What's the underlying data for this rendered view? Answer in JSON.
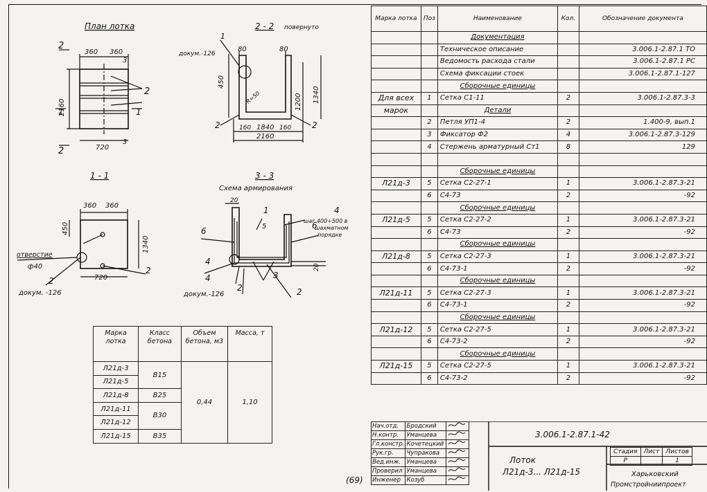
{
  "drawings": {
    "plan": {
      "title": "План лотка",
      "dims": [
        "360",
        "360",
        "2160",
        "720",
        "2",
        "2",
        "3",
        "3",
        "1",
        "1",
        "2"
      ]
    },
    "section22": {
      "title": "2 - 2",
      "subtitle": "повернуто",
      "dims": [
        "1",
        "докум.-126",
        "80",
        "80",
        "450",
        "1200",
        "1340",
        "R=50",
        "160",
        "1840",
        "160",
        "2160",
        "2",
        "2"
      ]
    },
    "section11": {
      "title": "1 - 1",
      "dims": [
        "360",
        "360",
        "450",
        "1340",
        "720",
        "отверстие",
        "ф40",
        "2",
        "2",
        "докум. -126"
      ]
    },
    "section33": {
      "title": "3 - 3",
      "subtitle": "Схема армирования",
      "dims": [
        "20",
        "1",
        "4",
        "5",
        "6",
        "6",
        "4",
        "4",
        "2",
        "3",
        "2",
        "20",
        "шаг 400÷500 в",
        "шахматном",
        "порядке",
        "докум.-126"
      ]
    }
  },
  "spec": {
    "headers": [
      "Марка лотка",
      "Поз",
      "Наименование",
      "Кол.",
      "Обозначение документа"
    ],
    "rows": [
      {
        "mark": "",
        "pos": "",
        "name": "Документация",
        "qty": "",
        "doc": "",
        "section": true
      },
      {
        "mark": "",
        "pos": "",
        "name": "Техническое описание",
        "qty": "",
        "doc": "3.006.1-2.87.1  ТО"
      },
      {
        "mark": "",
        "pos": "",
        "name": "Ведомость расхода стали",
        "qty": "",
        "doc": "3.006.1-2.87.1  РС"
      },
      {
        "mark": "",
        "pos": "",
        "name": "Схема фиксации стоек",
        "qty": "",
        "doc": "3.006.1-2.87.1-127"
      },
      {
        "mark": "",
        "pos": "",
        "name": "Сборочные единицы",
        "qty": "",
        "doc": "",
        "section": true
      },
      {
        "mark": "Для всех",
        "pos": "1",
        "name": "Сетка  С1-11",
        "qty": "2",
        "doc": "3.006.1-2.87.3-3"
      },
      {
        "mark": "марок",
        "pos": "",
        "name": "Детали",
        "qty": "",
        "doc": "",
        "section": true
      },
      {
        "mark": "",
        "pos": "2",
        "name": "Петля  УП1-4",
        "qty": "2",
        "doc": "1.400-9, вып.1"
      },
      {
        "mark": "",
        "pos": "3",
        "name": "Фиксатор  Ф2",
        "qty": "4",
        "doc": "3.006.1-2.87.3-129"
      },
      {
        "mark": "",
        "pos": "4",
        "name": "Стержень арматурный Ст1",
        "qty": "8",
        "doc": "129"
      },
      {
        "mark": "",
        "pos": "",
        "name": "",
        "qty": "",
        "doc": ""
      },
      {
        "mark": "",
        "pos": "",
        "name": "Сборочные единицы",
        "qty": "",
        "doc": "",
        "section": true
      },
      {
        "mark": "Л21д-3",
        "pos": "5",
        "name": "Сетка  С2-27-1",
        "qty": "1",
        "doc": "3.006.1-2.87.3-21"
      },
      {
        "mark": "",
        "pos": "6",
        "name": "С4-73",
        "qty": "2",
        "doc": "-92"
      },
      {
        "mark": "",
        "pos": "",
        "name": "Сборочные единицы",
        "qty": "",
        "doc": "",
        "section": true
      },
      {
        "mark": "Л21д-5",
        "pos": "5",
        "name": "Сетка  С2-27-2",
        "qty": "1",
        "doc": "3.006.1-2.87.3-21"
      },
      {
        "mark": "",
        "pos": "6",
        "name": "С4-73",
        "qty": "2",
        "doc": "-92"
      },
      {
        "mark": "",
        "pos": "",
        "name": "Сборочные единицы",
        "qty": "",
        "doc": "",
        "section": true
      },
      {
        "mark": "Л21д-8",
        "pos": "5",
        "name": "Сетка  С2-27-3",
        "qty": "1",
        "doc": "3.006.1-2.87.3-21"
      },
      {
        "mark": "",
        "pos": "6",
        "name": "С4-73-1",
        "qty": "2",
        "doc": "-92"
      },
      {
        "mark": "",
        "pos": "",
        "name": "Сборочные единицы",
        "qty": "",
        "doc": "",
        "section": true
      },
      {
        "mark": "Л21д-11",
        "pos": "5",
        "name": "Сетка  С2-27-3",
        "qty": "1",
        "doc": "3.006.1-2.87.3-21"
      },
      {
        "mark": "",
        "pos": "6",
        "name": "С4-73-1",
        "qty": "2",
        "doc": "-92"
      },
      {
        "mark": "",
        "pos": "",
        "name": "Сборочные единицы",
        "qty": "",
        "doc": "",
        "section": true
      },
      {
        "mark": "Л21д-12",
        "pos": "5",
        "name": "Сетка  С2-27-5",
        "qty": "1",
        "doc": "3.006.1-2.87.3-21"
      },
      {
        "mark": "",
        "pos": "6",
        "name": "С4-73-2",
        "qty": "2",
        "doc": "-92"
      },
      {
        "mark": "",
        "pos": "",
        "name": "Сборочные единицы",
        "qty": "",
        "doc": "",
        "section": true
      },
      {
        "mark": "Л21д-15",
        "pos": "5",
        "name": "Сетка  С2-27-5",
        "qty": "1",
        "doc": "3.006.1-2.87.3-21"
      },
      {
        "mark": "",
        "pos": "6",
        "name": "С4-73-2",
        "qty": "2",
        "doc": "-92"
      }
    ]
  },
  "concrete": {
    "headers": [
      "Марка лотка",
      "Класс бетона",
      "Объем бетона, м3",
      "Масса, т"
    ],
    "marks": [
      "Л21д-3",
      "Л21д-5",
      "Л21д-8",
      "Л21д-11",
      "Л21д-12",
      "Л21д-15"
    ],
    "classes": [
      "В15",
      "В25",
      "В30",
      "В35"
    ],
    "volume": "0,44",
    "mass": "1,10"
  },
  "title_block": {
    "signatures": [
      {
        "role": "Нач.отд.",
        "name": "Бродский"
      },
      {
        "role": "Н.контр.",
        "name": "Уманцева"
      },
      {
        "role": "Гл.констр.",
        "name": "Кочетецкий"
      },
      {
        "role": "Рук.гр.",
        "name": "Чупракова"
      },
      {
        "role": "Вед.инж.",
        "name": "Уманцева"
      },
      {
        "role": "Проверил",
        "name": "Уманцева"
      },
      {
        "role": "Инженер",
        "name": "Козуб"
      }
    ],
    "code": "3.006.1-2.87.1-42",
    "title_line1": "Лоток",
    "title_line2": "Л21д-3... Л21д-15",
    "stage_headers": [
      "Стадия",
      "Лист",
      "Листов"
    ],
    "stage_values": [
      "Р",
      "",
      "1"
    ],
    "org_line1": "Харьковский",
    "org_line2": "Промстройниипроект",
    "sheet_note": "(69)"
  }
}
